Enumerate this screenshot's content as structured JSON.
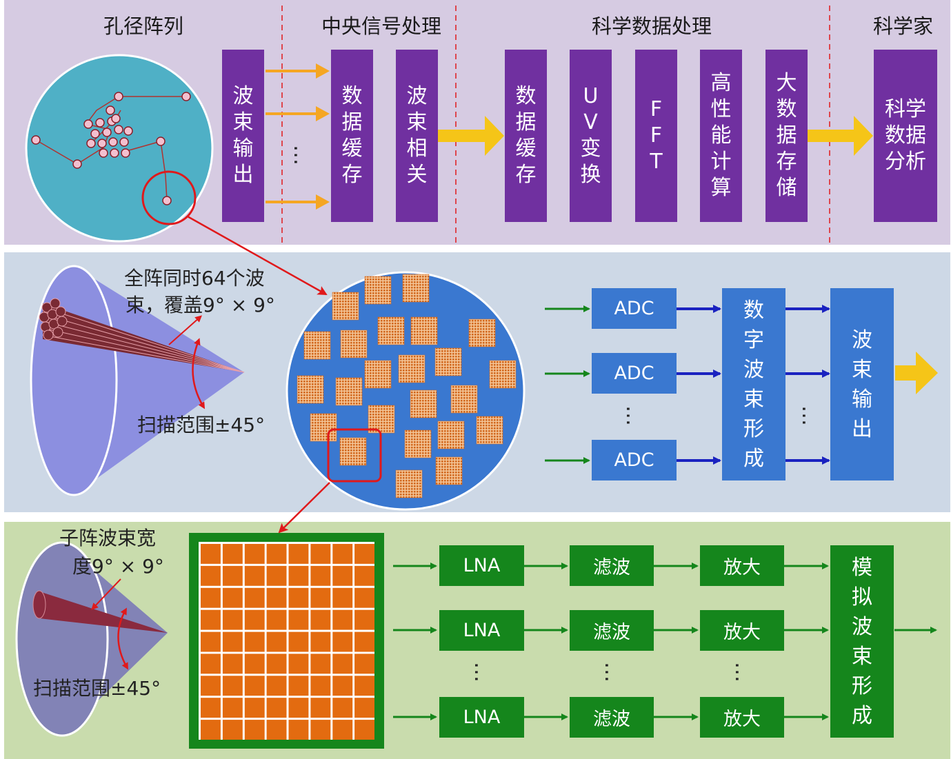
{
  "top": {
    "sections": [
      "孔径阵列",
      "中央信号处理",
      "科学数据处理",
      "科学家"
    ],
    "blocks": [
      "波束输出",
      "数据缓存",
      "波束相关",
      "数据缓存",
      "UV变换",
      "FFT",
      "高性能计算",
      "大数据存储",
      "科学数据分析"
    ],
    "ellipsis": "…"
  },
  "middle": {
    "beam_label_1": "全阵同时64个波",
    "beam_label_2": "束，覆盖9° × 9°",
    "scan_label": "扫描范围±45°",
    "adc": [
      "ADC",
      "ADC",
      "ADC"
    ],
    "dbf": "数字波束形成",
    "output": "波束输出",
    "ellipsis": "…"
  },
  "bottom": {
    "beam_label_1": "子阵波束宽",
    "beam_label_2": "度9° × 9°",
    "scan_label": "扫描范围±45°",
    "lna": [
      "LNA",
      "LNA",
      "LNA"
    ],
    "filter": [
      "滤波",
      "滤波",
      "滤波"
    ],
    "amp": [
      "放大",
      "放大",
      "放大"
    ],
    "abf": "模拟波束形成",
    "ellipsis": "…"
  },
  "colors": {
    "purple": "#7030a0",
    "blue": "#3a78d0",
    "green": "#15861c",
    "orange_arrow": "#f5a623",
    "red_marker": "#e0191b",
    "tile_orange": "#e36b10"
  }
}
